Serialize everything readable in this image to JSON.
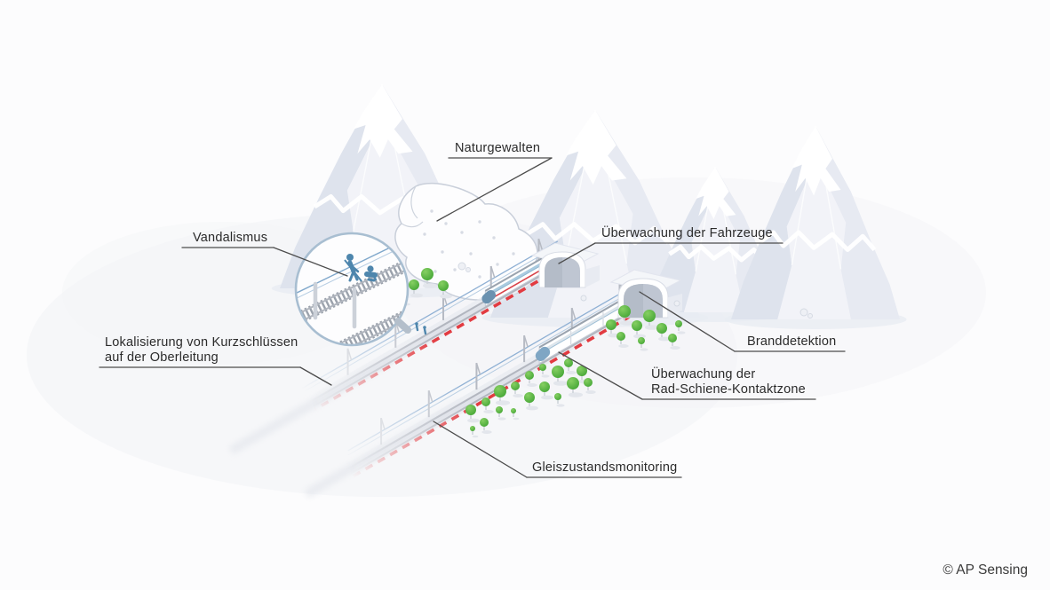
{
  "labels": {
    "naturgewalten": "Naturgewalten",
    "vandalismus": "Vandalismus",
    "ueberwachung_fahrzeuge": "Überwachung der Fahrzeuge",
    "branddetektion": "Branddetektion",
    "kurzschluss_line1": "Lokalisierung von Kurzschlüssen",
    "kurzschluss_line2": "auf der Oberleitung",
    "rad_schiene_line1": "Überwachung der",
    "rad_schiene_line2": "Rad-Schiene-Kontaktzone",
    "gleiszustand": "Gleiszustandsmonitoring"
  },
  "copyright": "© AP Sensing",
  "colors": {
    "label_text": "#2b2b2b",
    "leader_line": "#4c4c4c",
    "fiber_red": "#e23b41",
    "tree_green": "#44a636",
    "tree_green_light": "#86cf62",
    "figure_blue": "#4e86ad",
    "magnifier_ring": "#a8bed1",
    "rail_gray": "#b2b6bf",
    "wire_blue": "#8fb0d4",
    "mountain_face": "#f2f3f8",
    "mountain_shade": "#dee3ed",
    "train_nose": "#6b92b0"
  },
  "scene_elements": [
    "mountains-icon",
    "avalanche-icon",
    "tunnel-portal-icon",
    "railway-track-icon",
    "overhead-line-icon",
    "train-icon",
    "magnifier-icon",
    "vandal-figures-icon",
    "tree-icon"
  ]
}
